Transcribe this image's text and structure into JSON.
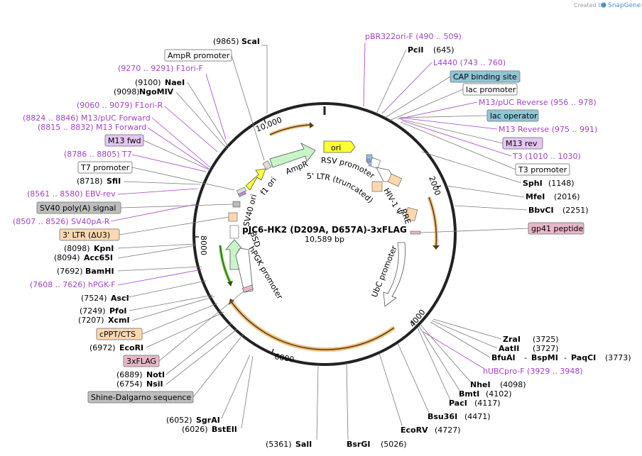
{
  "credit": {
    "prefix": "Created by",
    "brand": "SnapGene"
  },
  "title": "pJC6-HK2 (D209A, D657A)-3xFLAG",
  "length": "10,589 bp",
  "ticks": [
    "10,000",
    "2000",
    "4000",
    "6000",
    "8000"
  ],
  "labels": {
    "scai": {
      "pos": "(9865)",
      "name": "ScaI"
    },
    "ampr_promoter": "AmpR promoter",
    "f1ori_f": "(9270 .. 9291)  F1ori-F",
    "naei": {
      "pos": "(9100)",
      "name": "NaeI"
    },
    "ngomiv": {
      "pos": "(9098)",
      "name": "NgoMIV"
    },
    "f1ori_r": "(9060 .. 9079)  F1ori-R",
    "m13puc_fwd": "(8824 .. 8846)  M13/pUC Forward",
    "m13_fwd_primer": "(8815 .. 8832)  M13 Forward",
    "m13fwd_box": "M13 fwd",
    "t7": "(8786 .. 8805)  T7",
    "t7_promoter": "T7 promoter",
    "sfii": {
      "pos": "(8718)",
      "name": "SfiI"
    },
    "ebv_rev": "(8561 .. 8580)  EBV-rev",
    "sv40_polya": "SV40 poly(A) signal",
    "sv40pa_r": "(8507 .. 8526)  SV40pA-R",
    "ltr3": "3' LTR (ΔU3)",
    "kpni": {
      "pos": "(8098)",
      "name": "KpnI"
    },
    "acc65i": {
      "pos": "(8094)",
      "name": "Acc65I"
    },
    "bamhi": {
      "pos": "(7692)",
      "name": "BamHI"
    },
    "hpgk_f": "(7608 .. 7626)  hPGK-F",
    "asci": {
      "pos": "(7524)",
      "name": "AscI"
    },
    "pfoi": {
      "pos": "(7249)",
      "name": "PfoI"
    },
    "xcmi": {
      "pos": "(7207)",
      "name": "XcmI"
    },
    "cppt": "cPPT/CTS",
    "ecori": {
      "pos": "(6972)",
      "name": "EcoRI"
    },
    "flag3x": "3xFLAG",
    "noti": {
      "pos": "(6889)",
      "name": "NotI"
    },
    "nsii": {
      "pos": "(6754)",
      "name": "NsiI"
    },
    "shine": "Shine-Dalgarno sequence",
    "sgrai": {
      "pos": "(6052)",
      "name": "SgrAI"
    },
    "bsteii": {
      "pos": "(6026)",
      "name": "BstEII"
    },
    "sali": {
      "pos": "(5361)",
      "name": "SalI"
    },
    "bsrgi": {
      "name": "BsrGI",
      "pos": "(5026)"
    },
    "ecorv": {
      "name": "EcoRV",
      "pos": "(4727)"
    },
    "bsu36i": {
      "name": "Bsu36I",
      "pos": "(4471)"
    },
    "paci": {
      "name": "PacI",
      "pos": "(4117)"
    },
    "bmti": {
      "name": "BmtI",
      "pos": "(4102)"
    },
    "nhei": {
      "name": "NheI",
      "pos": "(4098)"
    },
    "hubcpro_f": "hUBCpro-F   (3929 .. 3948)",
    "zrai": {
      "name": "ZraI",
      "pos": "(3725)"
    },
    "aatii": {
      "name": "AatII",
      "pos": "(3727)"
    },
    "bfuai": {
      "name": "BfuAI",
      "sep1": "-",
      "name2": "BspMI",
      "sep2": "-",
      "name3": "PaqCI",
      "pos": "(3773)"
    },
    "gp41": "gp41 peptide",
    "bbvci": {
      "name": "BbvCI",
      "pos": "(2251)"
    },
    "mfei": {
      "name": "MfeI",
      "pos": "(2016)"
    },
    "sphi": {
      "name": "SphI",
      "pos": "(1148)"
    },
    "t3_promoter": "T3 promoter",
    "t3": "T3   (1010 .. 1030)",
    "m13rev_box": "M13 rev",
    "m13_reverse": "M13 Reverse   (975 .. 991)",
    "lac_operator": "lac operator",
    "m13puc_rev": "M13/pUC Reverse   (956 .. 978)",
    "lac_promoter": "lac promoter",
    "cap": "CAP binding site",
    "l4440": "L4440   (743 .. 760)",
    "pcii": {
      "name": "PciI",
      "pos": "(645)"
    },
    "pbr322": "pBR322ori-F   (490 .. 509)"
  },
  "features": {
    "ori": "ori",
    "rsv": "RSV promoter",
    "ltr5": "5' LTR (truncated)",
    "hiv": "HIV-1 Ψ",
    "rre": "RRE",
    "ubc": "UbC promoter",
    "hpgk": "hPGK promoter",
    "bsd": "BSD",
    "sv40ori": "SV40 ori",
    "f1ori": "f1 ori",
    "ampr": "AmpR"
  }
}
